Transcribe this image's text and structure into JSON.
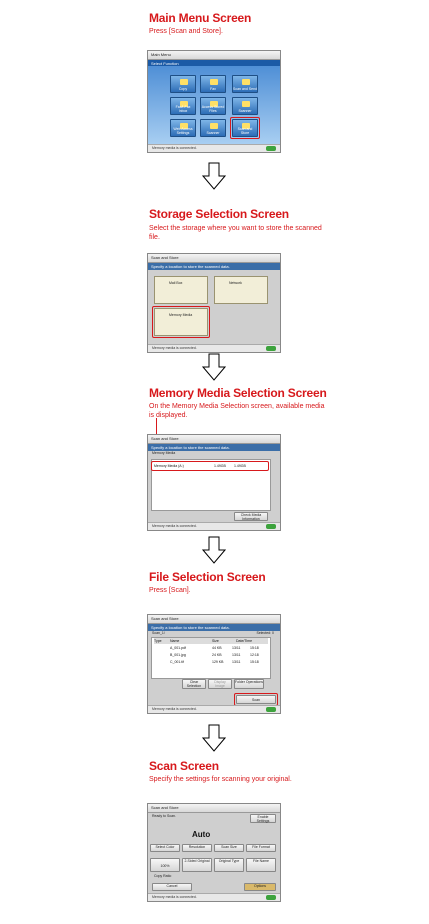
{
  "steps": [
    {
      "title": "Main Menu Screen",
      "desc": "Press [Scan and Store]."
    },
    {
      "title": "Storage Selection Screen",
      "desc": "Select the storage where you want to store the scanned file."
    },
    {
      "title": "Memory Media Selection Screen",
      "desc": "On the Memory Media Selection screen, available media is displayed."
    },
    {
      "title": "File Selection Screen",
      "desc": "Press [Scan]."
    },
    {
      "title": "Scan Screen",
      "desc": "Specify the settings for scanning your original."
    }
  ],
  "screen1": {
    "title": "Main Menu",
    "sub": "Select Function",
    "tiles": [
      "Copy",
      "Fax",
      "Scan and Send",
      "Fax/I-Fax Inbox",
      "Access Stored Files",
      "Scanner",
      "Web Access Settings",
      "Scanner",
      "Scan and Store"
    ],
    "status": "Memory media is connected."
  },
  "screen2": {
    "title": "Scan and Store",
    "sub": "Specify a location to store the scanned data.",
    "mailbox": "Mail Box",
    "network": "Network",
    "memory": "Memory Media",
    "status": "Memory media is connected."
  },
  "screen3": {
    "title": "Scan and Store",
    "sub": "Specify a location to store the scanned data.",
    "crumb": "Memory Media",
    "media": "Memory Media (A:)",
    "size1": "1.49GB",
    "size2": "1.49GB",
    "check": "Check Media Information",
    "status": "Memory media is connected."
  },
  "screen4": {
    "title": "Scan and Store",
    "sub": "Specify a location to store the scanned data.",
    "folder": "Scan_1/",
    "selected": "Selected: 0",
    "headers": [
      "Type",
      "Name",
      "Size",
      "Date/Time"
    ],
    "files": [
      {
        "name": "A_001.pdf",
        "size": "44 KB",
        "date": "13/11",
        "time": "15:18"
      },
      {
        "name": "B_001.jpg",
        "size": "24 KB",
        "date": "13/11",
        "time": "12:18"
      },
      {
        "name": "C_001.tif",
        "size": "129 KB",
        "date": "13/11",
        "time": "15:18"
      }
    ],
    "clear": "Clear Selection",
    "display": "Display Image",
    "folderops": "Folder Operations",
    "scan": "Scan",
    "status": "Memory media is connected."
  },
  "screen5": {
    "title": "Scan and Store",
    "sub": "Ready to Scan.",
    "enable": "Enable Settings",
    "auto": "Auto",
    "labels": [
      "Select Color",
      "Resolution",
      "Scan Size",
      "File Format"
    ],
    "row2": [
      "100%",
      "2-Sided Original",
      "Original Type",
      "File Name"
    ],
    "copy": "Copy Ratio",
    "cancel": "Cancel",
    "options": "Options",
    "status": "Memory media is connected."
  }
}
